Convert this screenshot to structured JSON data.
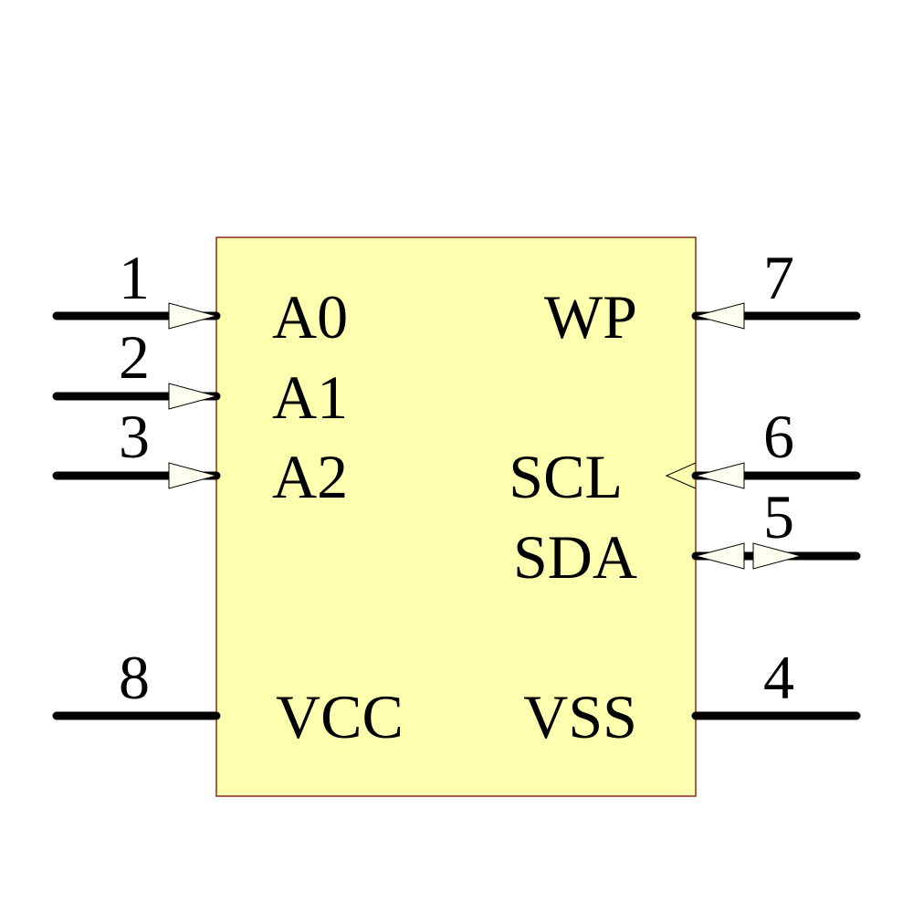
{
  "component": {
    "body_fill": "#ffffb0",
    "body_stroke": "#8b2a1a",
    "pin_color": "#000000",
    "arrow_fill": "#fffff0"
  },
  "pins": {
    "p1": {
      "number": "1",
      "name": "A0",
      "direction": "input",
      "side": "left"
    },
    "p2": {
      "number": "2",
      "name": "A1",
      "direction": "input",
      "side": "left"
    },
    "p3": {
      "number": "3",
      "name": "A2",
      "direction": "input",
      "side": "left"
    },
    "p8": {
      "number": "8",
      "name": "VCC",
      "direction": "power",
      "side": "left"
    },
    "p7": {
      "number": "7",
      "name": "WP",
      "direction": "input",
      "side": "right"
    },
    "p6": {
      "number": "6",
      "name": "SCL",
      "direction": "input-clock",
      "side": "right"
    },
    "p5": {
      "number": "5",
      "name": "SDA",
      "direction": "bidirectional",
      "side": "right"
    },
    "p4": {
      "number": "4",
      "name": "VSS",
      "direction": "power",
      "side": "right"
    }
  }
}
